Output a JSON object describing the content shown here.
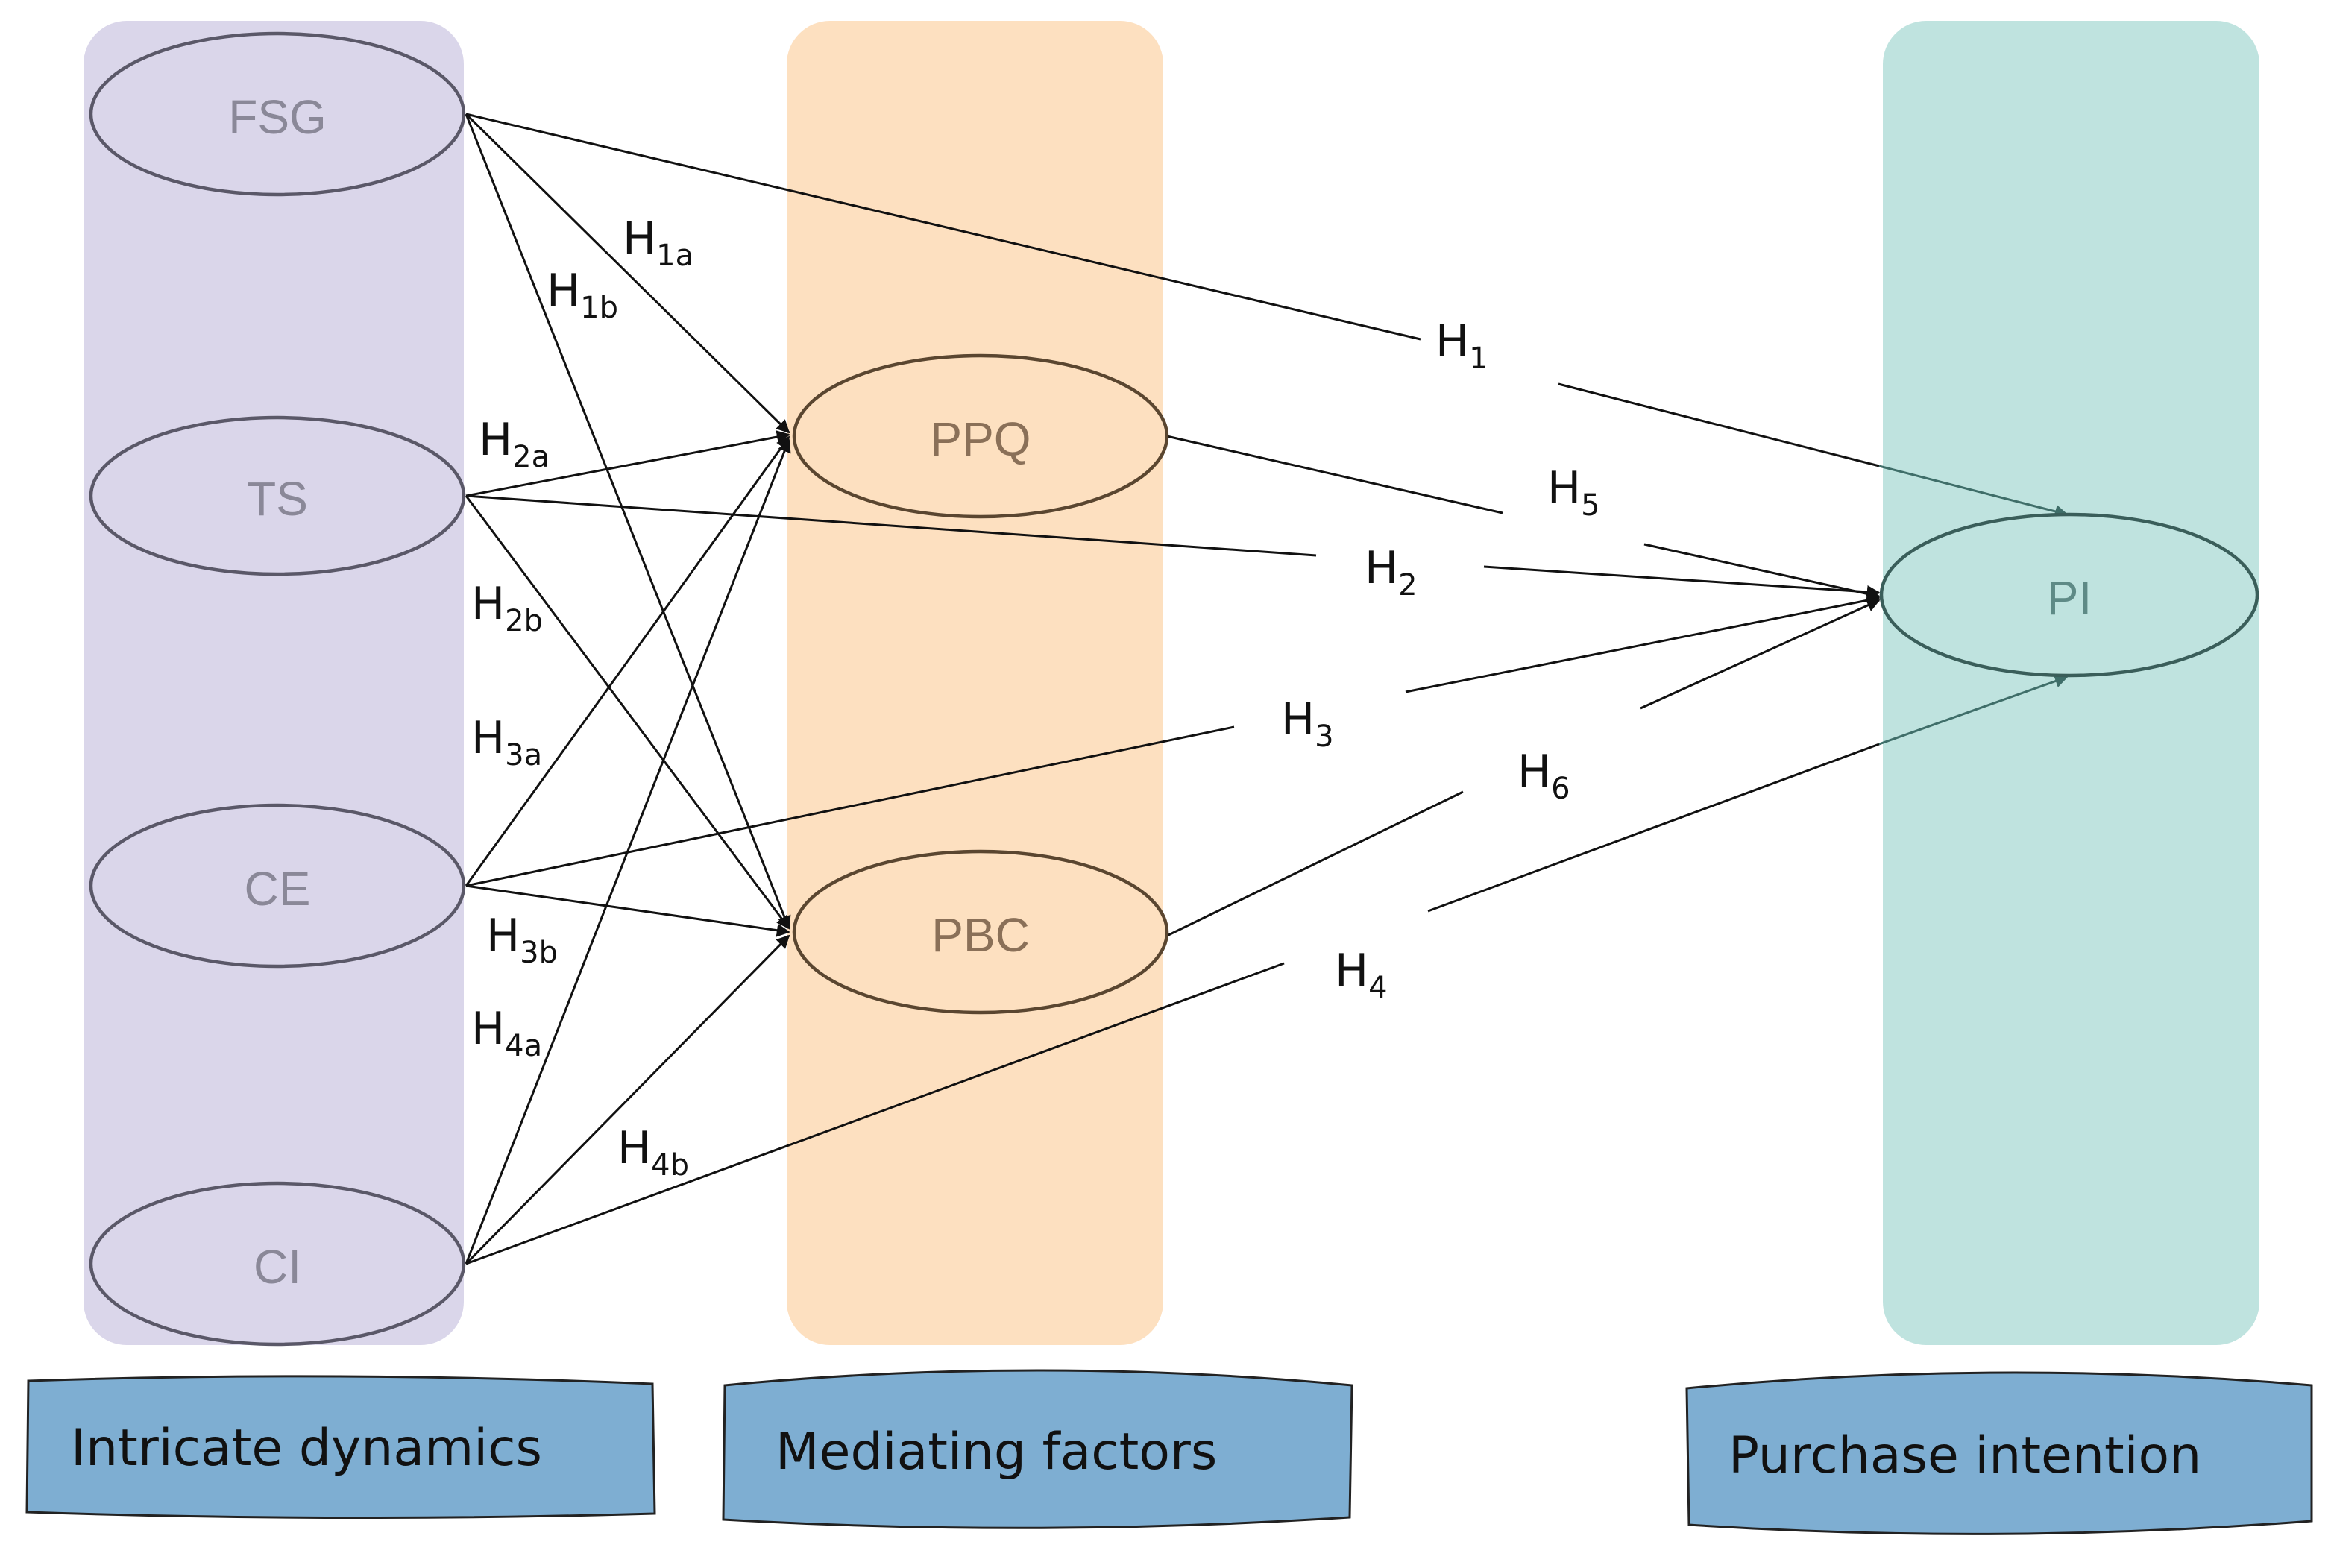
{
  "nodes": {
    "fsg": "FSG",
    "ts": "TS",
    "ce": "CE",
    "ci": "CI",
    "ppq": "PPQ",
    "pbc": "PBC",
    "pi": "PI"
  },
  "hypotheses": {
    "h1a": {
      "main": "H",
      "sub": "1a"
    },
    "h1b": {
      "main": "H",
      "sub": "1b"
    },
    "h2a": {
      "main": "H",
      "sub": "2a"
    },
    "h2b": {
      "main": "H",
      "sub": "2b"
    },
    "h3a": {
      "main": "H",
      "sub": "3a"
    },
    "h3b": {
      "main": "H",
      "sub": "3b"
    },
    "h4a": {
      "main": "H",
      "sub": "4a"
    },
    "h4b": {
      "main": "H",
      "sub": "4b"
    },
    "h1": {
      "main": "H",
      "sub": "1"
    },
    "h2": {
      "main": "H",
      "sub": "2"
    },
    "h3": {
      "main": "H",
      "sub": "3"
    },
    "h4": {
      "main": "H",
      "sub": "4"
    },
    "h5": {
      "main": "H",
      "sub": "5"
    },
    "h6": {
      "main": "H",
      "sub": "6"
    }
  },
  "captions": {
    "intricate": "Intricate dynamics",
    "mediating": "Mediating factors",
    "purchase": "Purchase intention"
  },
  "colors": {
    "band_purple": "#dad6ea",
    "band_orange": "#fde0c0",
    "band_teal": "#bfe3df",
    "node_purple_stroke": "#5a5868",
    "node_orange_stroke": "#5a4630",
    "node_teal_stroke": "#3a5e5a",
    "caption_fill": "#7eaed2"
  }
}
